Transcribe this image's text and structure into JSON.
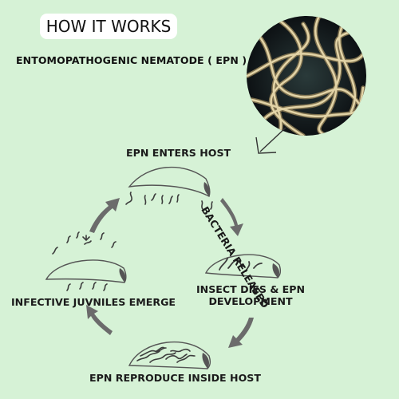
{
  "header": {
    "title": "HOW IT WORKS",
    "subtitle": "ENTOMOPATHOGENIC NEMATODE ( EPN )"
  },
  "cycle": {
    "stage_1": "EPN ENTERS HOST",
    "bacteria": "BACTERIA RELEASED",
    "stage_2_line1": "INSECT DIES & EPN",
    "stage_2_line2": "DEVELOPMENT",
    "stage_3": "EPN REPRODUCE INSIDE HOST",
    "stage_4": "INFECTIVE JUVNILES EMERGE"
  },
  "colors": {
    "background": "#d6f2d6",
    "arrow": "#6b6b6b",
    "outline": "#555555",
    "worm": "#3c3c3c"
  },
  "icons": [
    "nematode-photo",
    "insect-larva-icon",
    "cycle-arrow-icon",
    "pointer-arrow-icon"
  ]
}
